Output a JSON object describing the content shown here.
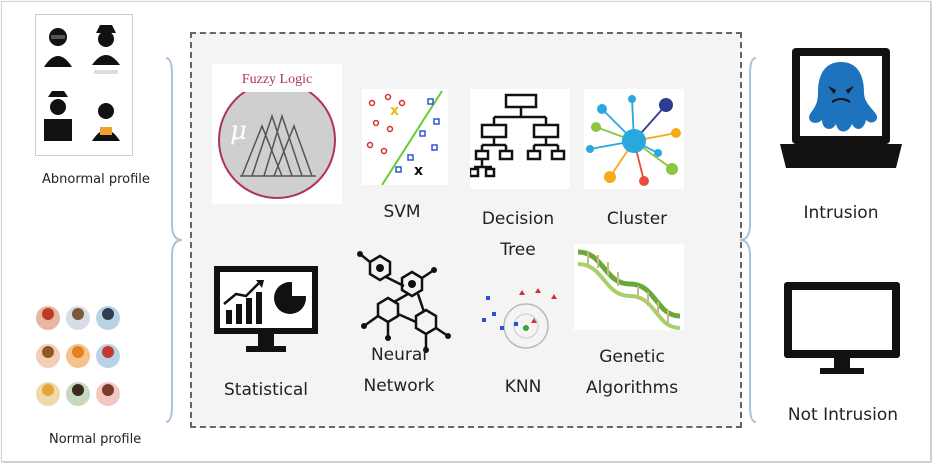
{
  "left": {
    "abnormal_label": "Abnormal profile",
    "normal_label": "Normal profile"
  },
  "methods": {
    "fuzzy_title": "Fuzzy Logic",
    "fuzzy_mu": "μ",
    "svm": "SVM",
    "decision_tree_line1": "Decision",
    "decision_tree_line2": "Tree",
    "cluster": "Cluster",
    "statistical": "Statistical",
    "neural_line1": "Neural",
    "neural_line2": "Network",
    "knn": "KNN",
    "genetic_line1": "Genetic",
    "genetic_line2": "Algorithms"
  },
  "right": {
    "intrusion": "Intrusion",
    "not_intrusion": "Not Intrusion"
  },
  "colors": {
    "brace": "#a7c4dd",
    "dashed_border": "#666666",
    "box_bg": "#f4f4f4",
    "monster": "#1e73be",
    "fuzzy_ring": "#b0335a",
    "svm_line": "#66cc33"
  }
}
